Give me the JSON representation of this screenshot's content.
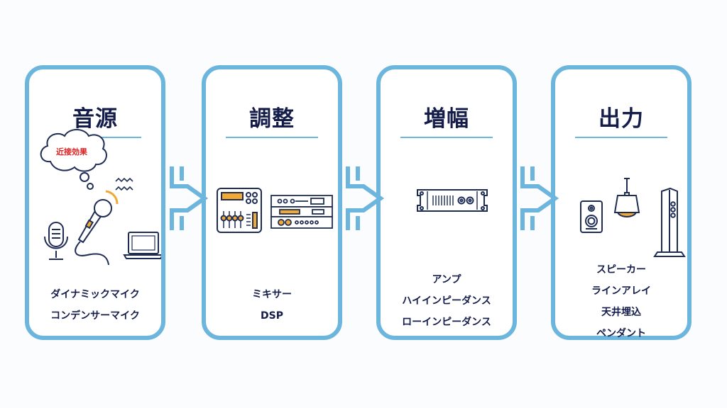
{
  "colors": {
    "border": "#6cb6de",
    "title_text": "#141c4a",
    "icon_stroke": "#1f2d55",
    "icon_fill_accent": "#f0a934",
    "callout_text": "#e02020",
    "background": "#fbfcfd"
  },
  "flow": {
    "stages": [
      {
        "title": "音源",
        "callout": "近接効果",
        "icons": [
          "studio-microphone-icon",
          "handheld-microphone-icon",
          "laptop-icon",
          "sound-wave-icon",
          "thought-bubble-icon"
        ],
        "items": [
          "ダイナミックマイク",
          "コンデンサーマイク"
        ]
      },
      {
        "title": "調整",
        "icons": [
          "mixer-icon",
          "rack-dsp-icon"
        ],
        "items": [
          "ミキサー",
          "DSP"
        ]
      },
      {
        "title": "増幅",
        "icons": [
          "amplifier-icon"
        ],
        "items": [
          "アンプ",
          "ハイインピーダンス",
          "ローインピーダンス"
        ]
      },
      {
        "title": "出力",
        "icons": [
          "bookshelf-speaker-icon",
          "pendant-speaker-icon",
          "tower-speaker-icon"
        ],
        "items": [
          "スピーカー",
          "ラインアレイ",
          "天井埋込",
          "ペンダント"
        ]
      }
    ],
    "arrows": [
      "arrow-source-to-adjust",
      "arrow-adjust-to-amplify",
      "arrow-amplify-to-output"
    ]
  }
}
